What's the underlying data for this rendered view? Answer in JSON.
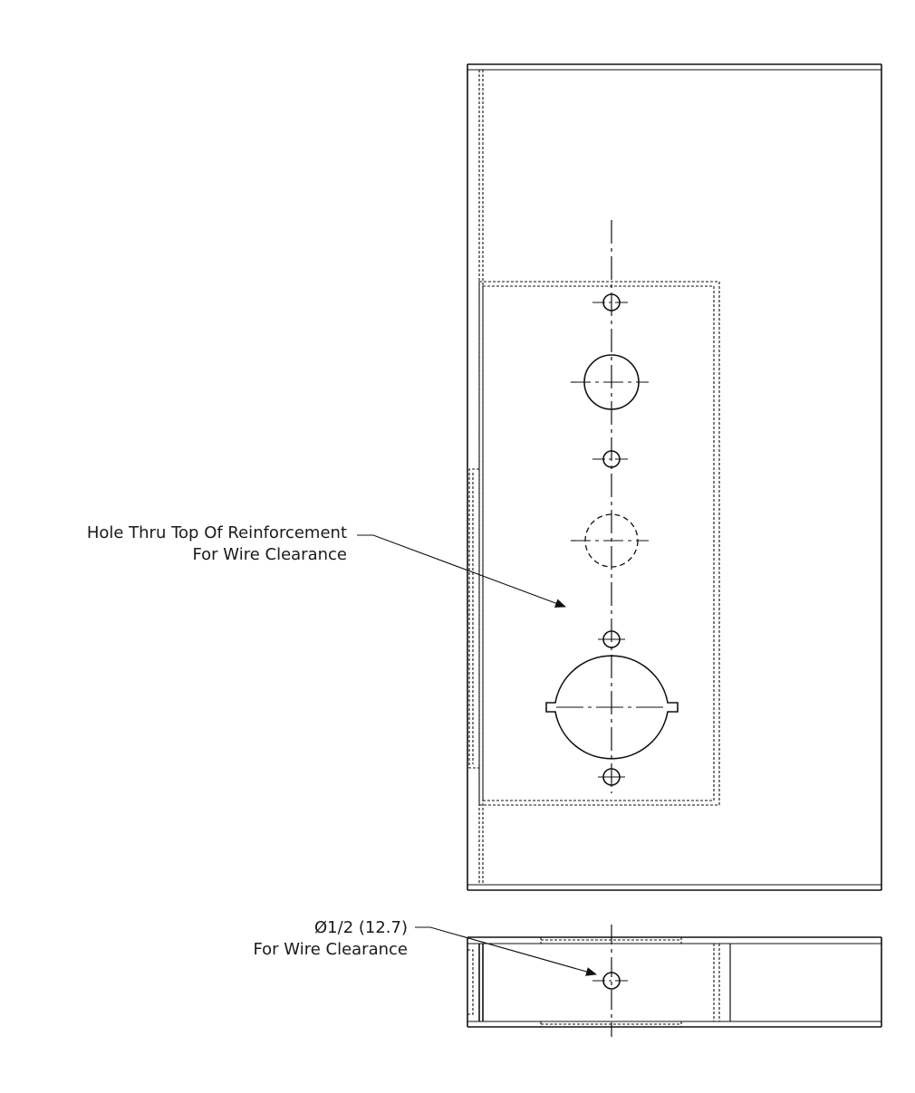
{
  "callouts": {
    "reinforcement_hole": {
      "line1": "Hole Thru Top Of Reinforcement",
      "line2": "For Wire Clearance"
    },
    "wire_hole": {
      "line1": "Ø1/2 (12.7)",
      "line2": "For Wire Clearance"
    }
  }
}
